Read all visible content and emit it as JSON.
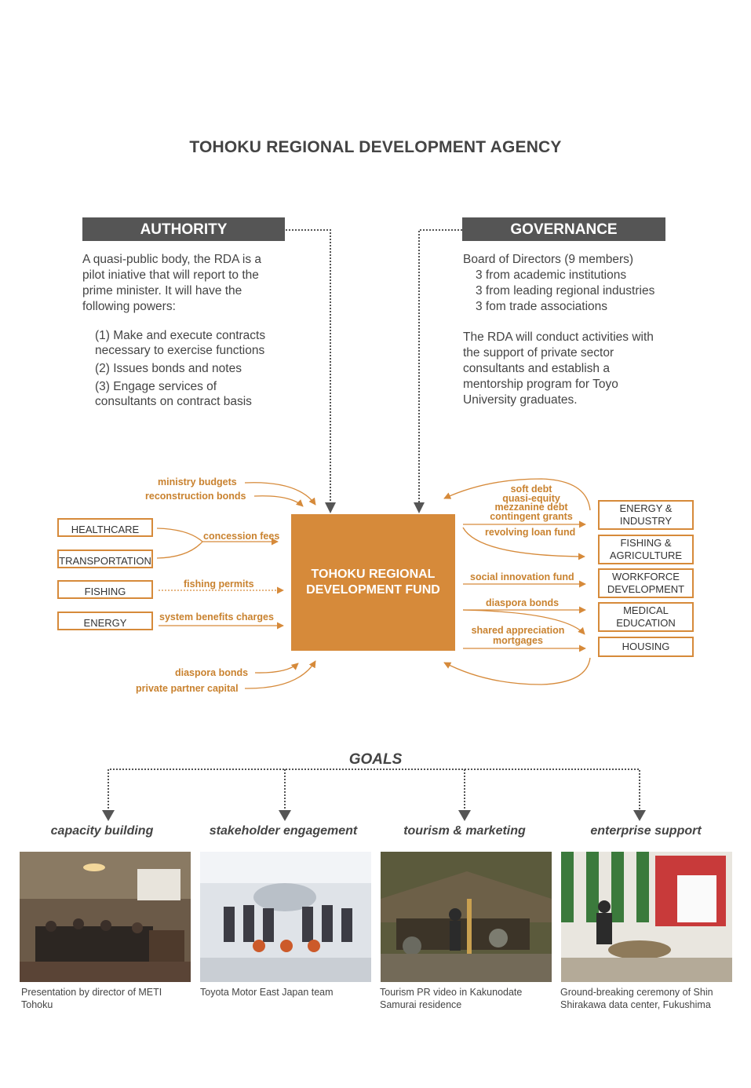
{
  "title": "TOHOKU REGIONAL DEVELOPMENT AGENCY",
  "authority": {
    "header": "AUTHORITY",
    "intro": [
      "A quasi-public body, the RDA is a",
      "pilot iniative that will report to the",
      "prime minister.  It will have the",
      "following powers:"
    ],
    "powers": [
      [
        "(1) Make and execute contracts",
        "necessary to exercise functions"
      ],
      [
        "(2) Issues bonds and notes"
      ],
      [
        "(3) Engage services of",
        "consultants on contract basis"
      ]
    ]
  },
  "governance": {
    "header": "GOVERNANCE",
    "board": [
      "Board of Directors (9 members)",
      "3 from academic institutions",
      "3 from leading regional industries",
      "3 fom trade associations"
    ],
    "activities": [
      "The RDA will conduct activities with",
      "the support of private sector",
      "consultants and establish a",
      "mentorship program for Toyo",
      "University graduates."
    ]
  },
  "fund": {
    "line1": "TOHOKU REGIONAL",
    "line2": "DEVELOPMENT FUND"
  },
  "sources": [
    "HEALTHCARE",
    "TRANSPORTATION",
    "FISHING",
    "ENERGY"
  ],
  "inflows": {
    "ministry_budgets": "ministry budgets",
    "reconstruction_bonds": "reconstruction bonds",
    "concession_fees": "concession fees",
    "fishing_permits": "fishing permits",
    "system_benefits_charges": "system benefits charges",
    "diaspora_bonds": "diaspora bonds",
    "private_partner_capital": "private partner capital"
  },
  "outflows": {
    "soft_debt": "soft debt",
    "quasi_equity": "quasi-equity",
    "mezzanine_debt": "mezzanine debt",
    "contingent_grants": "contingent grants",
    "revolving_loan_fund": "revolving loan fund",
    "social_innovation_fund": "social innovation fund",
    "diaspora_bonds": "diaspora bonds",
    "shared_appreciation_1": "shared appreciation",
    "shared_appreciation_2": "mortgages"
  },
  "uses": [
    [
      "ENERGY &",
      "INDUSTRY"
    ],
    [
      "FISHING &",
      "AGRICULTURE"
    ],
    [
      "WORKFORCE",
      "DEVELOPMENT"
    ],
    [
      "MEDICAL",
      "EDUCATION"
    ],
    [
      "HOUSING"
    ]
  ],
  "goals": {
    "title": "GOALS",
    "items": [
      {
        "label": "capacity building",
        "caption": [
          "Presentation by director of METI",
          "Tohoku"
        ]
      },
      {
        "label": "stakeholder engagement",
        "caption": [
          "Toyota Motor East Japan team"
        ]
      },
      {
        "label": "tourism & marketing",
        "caption": [
          "Tourism PR video in Kakunodate",
          "Samurai residence"
        ]
      },
      {
        "label": "enterprise support",
        "caption": [
          "Ground-breaking ceremony of Shin",
          "Shirakawa data center, Fukushima"
        ]
      }
    ]
  },
  "colors": {
    "accent": "#d68a3a",
    "accent_text": "#c9822f",
    "header_bar": "#555555",
    "text": "#444444"
  }
}
